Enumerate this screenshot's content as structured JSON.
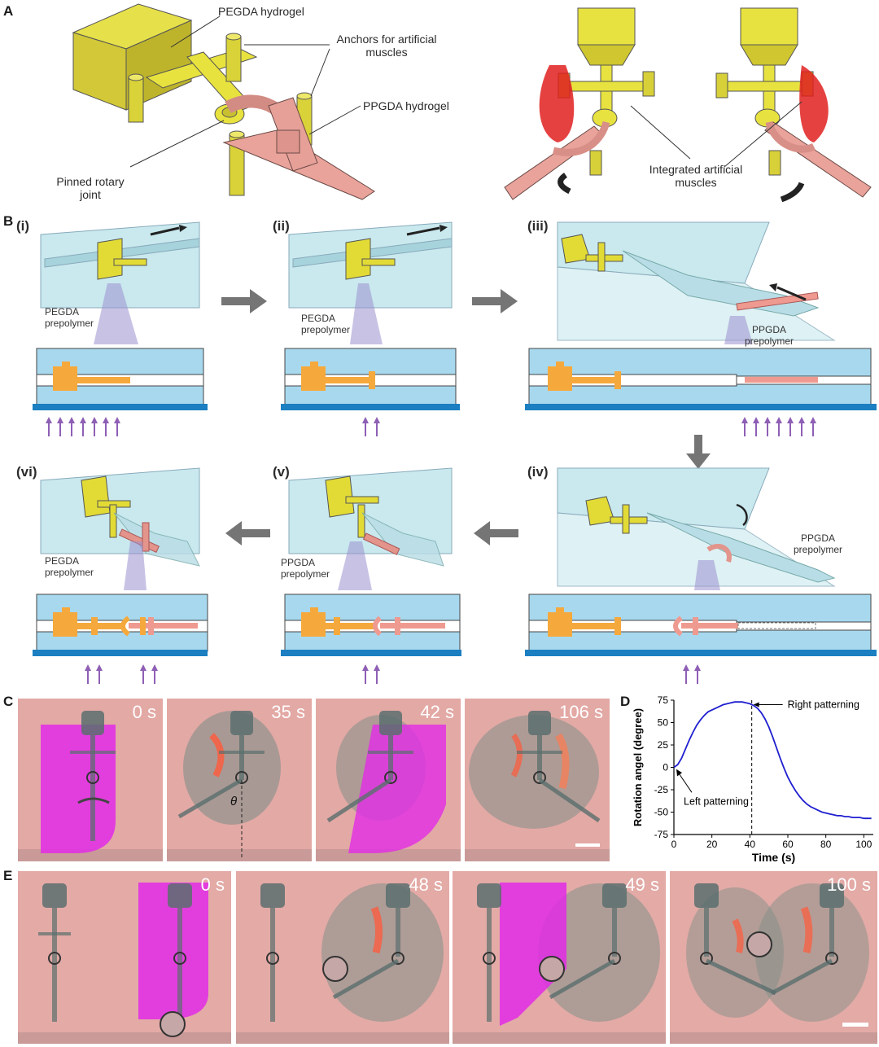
{
  "panel_labels": {
    "a": "A",
    "b": "B",
    "c": "C",
    "d": "D",
    "e": "E"
  },
  "panel_a": {
    "pegda_label": "PEGDA hydrogel",
    "anchors_label": "Anchors for artificial muscles",
    "ppgda_label": "PPGDA hydrogel",
    "joint_label": "Pinned rotary joint",
    "muscles_label": "Integrated artificial muscles"
  },
  "panel_b": {
    "steps": [
      {
        "id": "(i)",
        "prepolymer": "PEGDA prepolymer",
        "uv_arrows": 7
      },
      {
        "id": "(ii)",
        "prepolymer": "PEGDA prepolymer",
        "uv_arrows": 2
      },
      {
        "id": "(iii)",
        "prepolymer": "PPGDA prepolymer",
        "uv_arrows": 7
      },
      {
        "id": "(iv)",
        "prepolymer": "PPGDA prepolymer",
        "uv_arrows": 2
      },
      {
        "id": "(v)",
        "prepolymer": "PPGDA prepolymer",
        "uv_arrows": 2
      },
      {
        "id": "(vi)",
        "prepolymer": "PEGDA prepolymer",
        "uv_arrows": 4
      }
    ],
    "colors": {
      "channel": "#a8d8ee",
      "pegda": "#f5a93c",
      "ppgda": "#ef9a90",
      "uv": "#8e5fb5",
      "substrate": "#1b7fc1"
    }
  },
  "panel_c": {
    "times": [
      "0 s",
      "35 s",
      "42 s",
      "106 s"
    ],
    "theta": "θ"
  },
  "panel_d": {
    "chart_data": {
      "type": "line",
      "xlabel": "Time (s)",
      "ylabel": "Rotation angel (degree)",
      "xlim": [
        0,
        105
      ],
      "ylim": [
        -75,
        75
      ],
      "xticks": [
        "0",
        "20",
        "40",
        "60",
        "80",
        "100"
      ],
      "yticks": [
        "75",
        "50",
        "25",
        "0",
        "-25",
        "-50",
        "-75"
      ],
      "color": "#1f1fd0",
      "x": [
        0,
        2,
        4,
        6,
        8,
        10,
        12,
        14,
        16,
        18,
        20,
        22,
        24,
        26,
        28,
        30,
        32,
        34,
        36,
        38,
        40,
        42,
        44,
        46,
        48,
        50,
        52,
        54,
        56,
        58,
        60,
        62,
        64,
        66,
        68,
        70,
        72,
        74,
        76,
        78,
        80,
        82,
        84,
        86,
        88,
        90,
        92,
        94,
        96,
        98,
        100,
        102,
        104
      ],
      "y": [
        0,
        3,
        10,
        20,
        30,
        39,
        47,
        53,
        58,
        62,
        64,
        66,
        68,
        70,
        71,
        72,
        73,
        73,
        73,
        72,
        71,
        69,
        66,
        61,
        54,
        45,
        34,
        22,
        10,
        -1,
        -11,
        -19,
        -26,
        -32,
        -37,
        -41,
        -44,
        -46,
        -48,
        -50,
        -51,
        -52,
        -53,
        -54,
        -54,
        -55,
        -55,
        -56,
        -56,
        -56,
        -57,
        -57,
        -57
      ],
      "annotations": [
        {
          "text": "Right patterning",
          "x": 41
        },
        {
          "text": "Left patterning",
          "x": 0
        }
      ],
      "vline_x": 41
    }
  },
  "panel_e": {
    "times": [
      "0 s",
      "48 s",
      "49 s",
      "100 s"
    ]
  }
}
